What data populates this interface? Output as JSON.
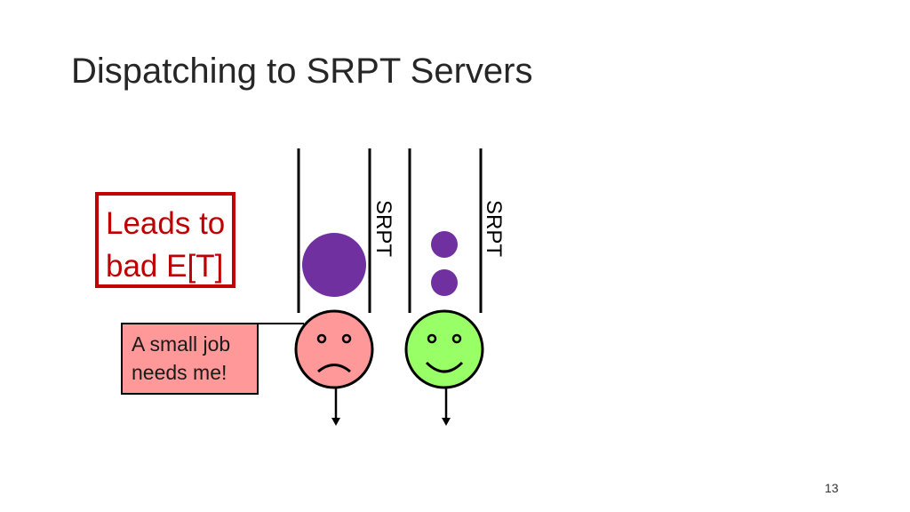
{
  "slide": {
    "title": "Dispatching to SRPT Servers",
    "page_number": "13"
  },
  "warning": {
    "line1": "Leads to",
    "line2": "bad E[T]",
    "color": "#c00000"
  },
  "speech": {
    "line1": "A small job",
    "line2": "needs me!",
    "fill": "#ff9999"
  },
  "servers": [
    {
      "queue_label": "SRPT",
      "face": "sad-face",
      "face_color": "#ff9999",
      "jobs": [
        "large-job"
      ]
    },
    {
      "queue_label": "SRPT",
      "face": "happy-face",
      "face_color": "#99ff66",
      "jobs": [
        "small-job",
        "small-job"
      ]
    }
  ],
  "colors": {
    "job": "#7030a0",
    "line": "#000000"
  }
}
